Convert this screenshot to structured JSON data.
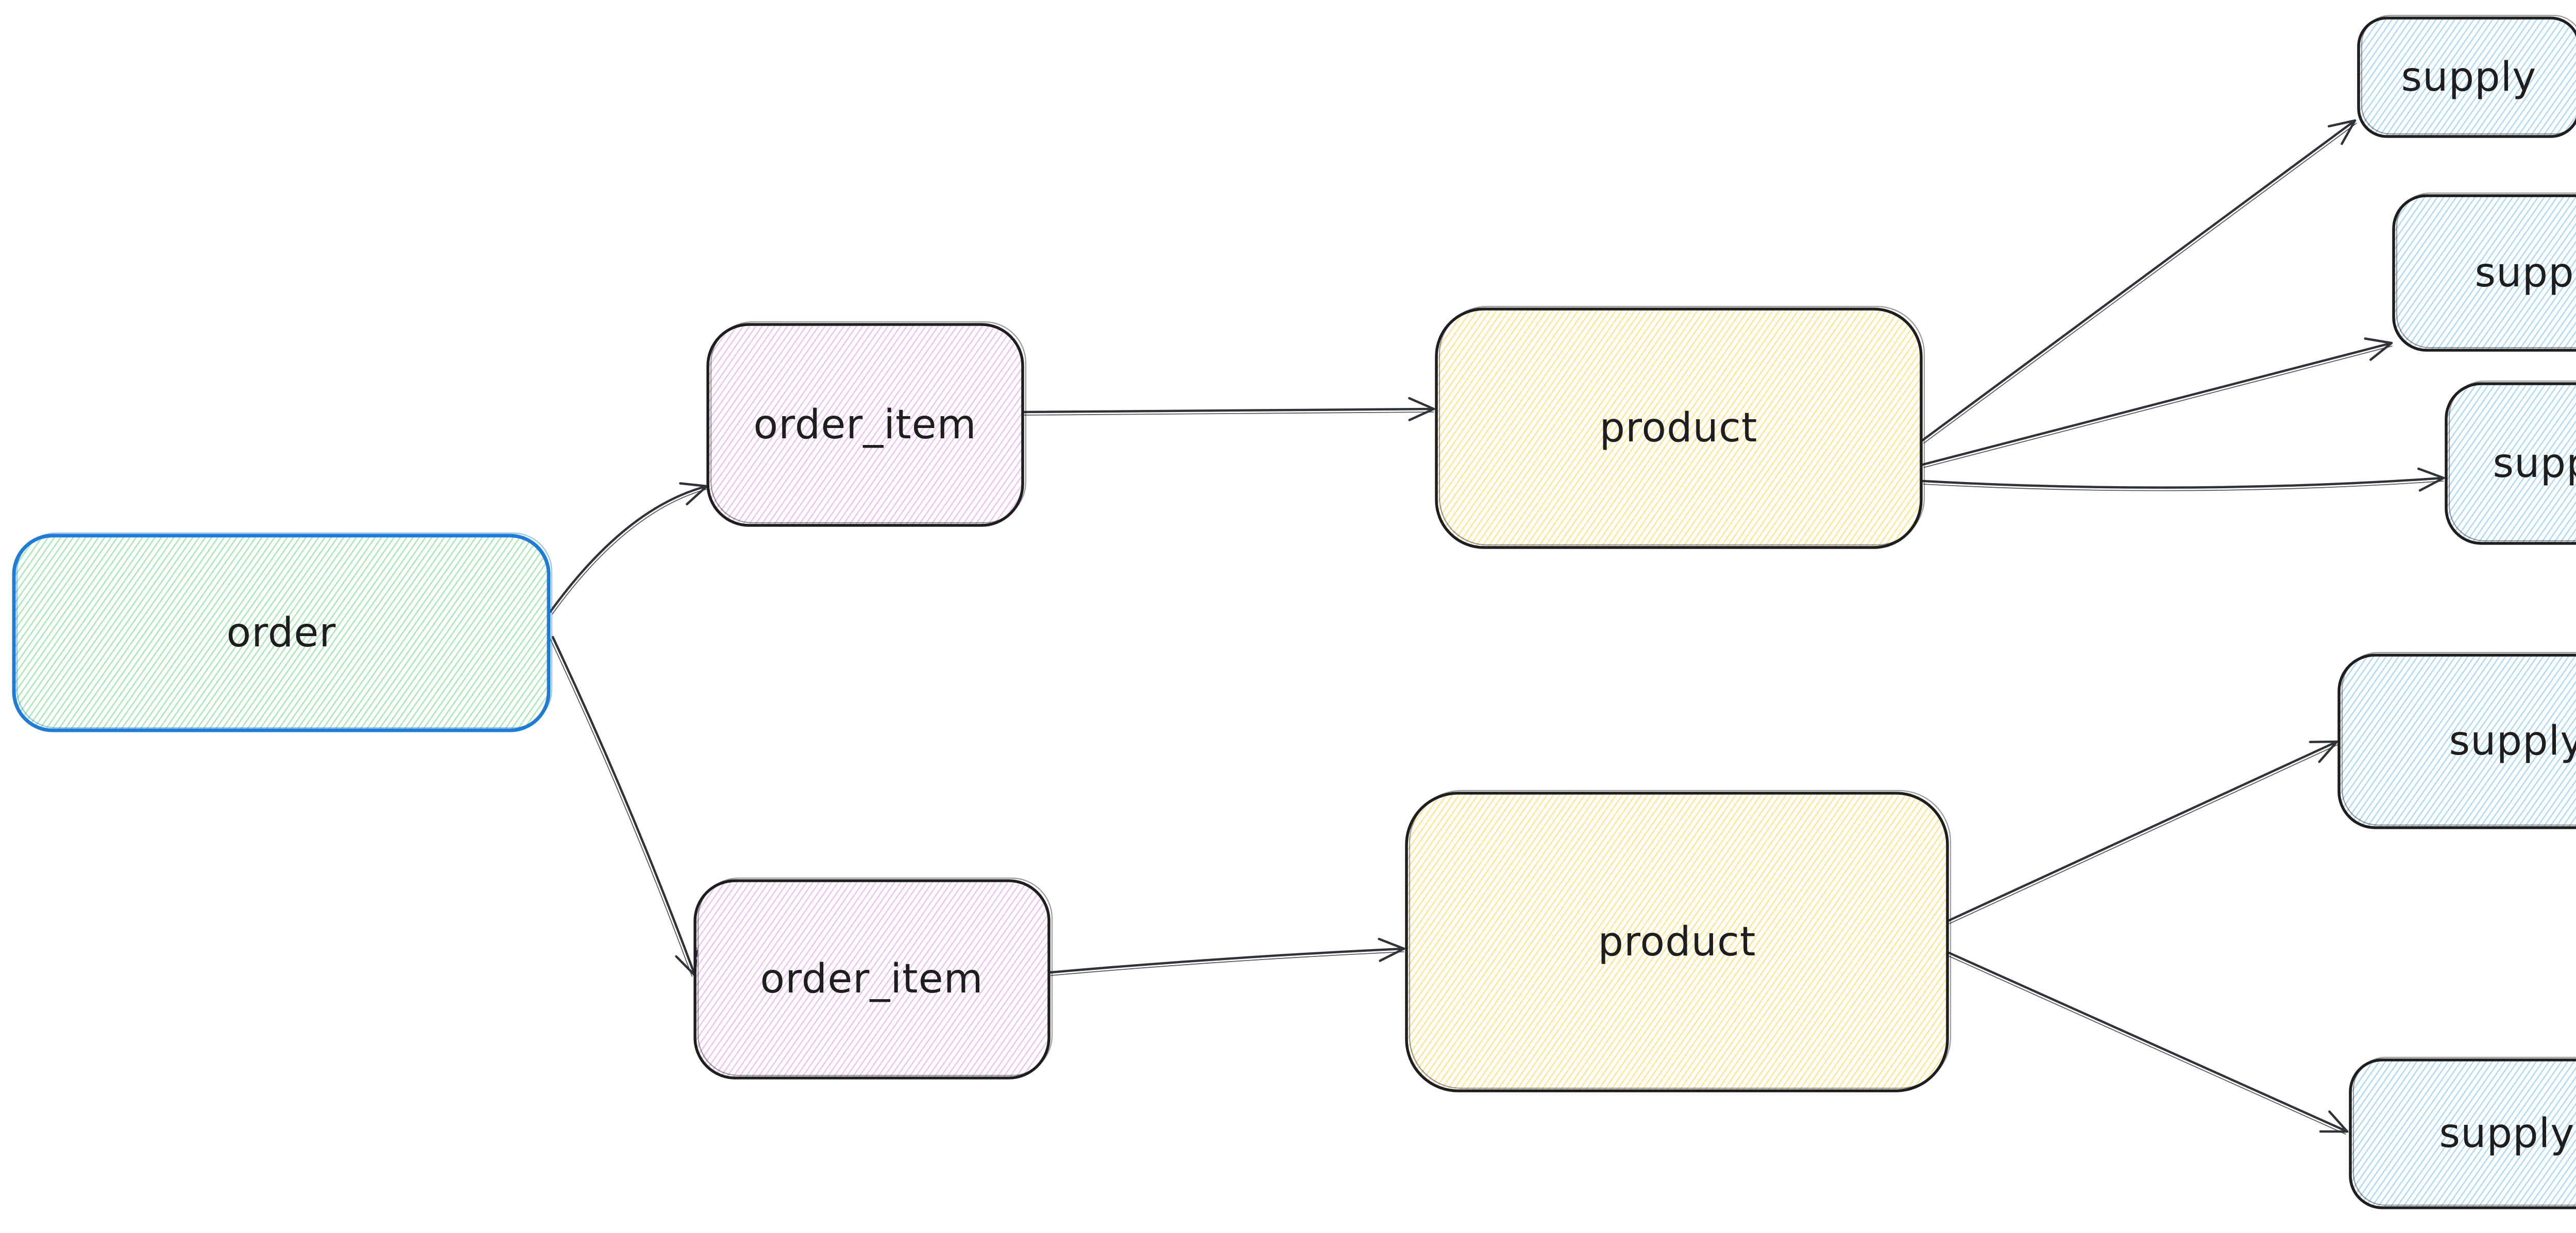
{
  "diagram": {
    "type": "entity-relationship-sketch",
    "background": "#ffffff",
    "palette": {
      "arrow": "#2f3338",
      "text": "#1e1e1e",
      "dark_stroke": "#1e1e1e",
      "blue_stroke": "#1f7cd6",
      "hatch_green": "#a0e8af",
      "hatch_pink": "#efbef3",
      "hatch_yellow": "#ffe28a",
      "hatch_blue": "#a9d7fb"
    },
    "nodes": {
      "order": {
        "label": "order",
        "stroke": "#1f7cd6",
        "fill": "green-hatch"
      },
      "order_item_top": {
        "label": "order_item",
        "stroke": "#1e1e1e",
        "fill": "pink-hatch"
      },
      "order_item_bottom": {
        "label": "order_item",
        "stroke": "#1e1e1e",
        "fill": "pink-hatch"
      },
      "product_top": {
        "label": "product",
        "stroke": "#1e1e1e",
        "fill": "yellow-hatch"
      },
      "product_bottom": {
        "label": "product",
        "stroke": "#1e1e1e",
        "fill": "yellow-hatch"
      },
      "supply_1": {
        "label": "supply",
        "stroke": "#1e1e1e",
        "fill": "blue-hatch"
      },
      "supply_2": {
        "label": "supply",
        "stroke": "#1e1e1e",
        "fill": "blue-hatch"
      },
      "supply_3": {
        "label": "supply",
        "stroke": "#1e1e1e",
        "fill": "blue-hatch"
      },
      "supply_4": {
        "label": "supply",
        "stroke": "#1e1e1e",
        "fill": "blue-hatch"
      },
      "supply_5": {
        "label": "supply",
        "stroke": "#1e1e1e",
        "fill": "blue-hatch"
      }
    },
    "edges": [
      {
        "from": "order",
        "to": "order_item_top"
      },
      {
        "from": "order",
        "to": "order_item_bottom"
      },
      {
        "from": "order_item_top",
        "to": "product_top"
      },
      {
        "from": "order_item_bottom",
        "to": "product_bottom"
      },
      {
        "from": "product_top",
        "to": "supply_1"
      },
      {
        "from": "product_top",
        "to": "supply_2"
      },
      {
        "from": "product_top",
        "to": "supply_3"
      },
      {
        "from": "product_bottom",
        "to": "supply_4"
      },
      {
        "from": "product_bottom",
        "to": "supply_5"
      }
    ]
  }
}
